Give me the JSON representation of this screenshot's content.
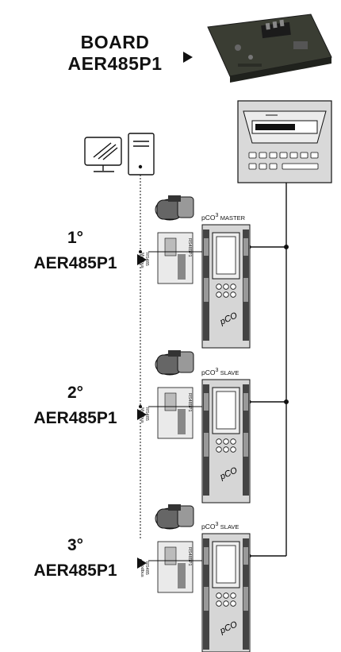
{
  "board": {
    "line1": "BOARD",
    "line2": "AER485P1"
  },
  "units": [
    {
      "num": "1°",
      "name": "AER485P1",
      "ctrl_prefix": "pCO",
      "ctrl_sup": "3",
      "ctrl_role": "MASTER",
      "card_line1": "RS485",
      "card_line2": "Modbus",
      "card_line3": "RS485P1"
    },
    {
      "num": "2°",
      "name": "AER485P1",
      "ctrl_prefix": "pCO",
      "ctrl_sup": "3",
      "ctrl_role": "SLAVE",
      "card_line1": "RS485",
      "card_line2": "Modbus",
      "card_line3": "RS485P1"
    },
    {
      "num": "3°",
      "name": "AER485P1",
      "ctrl_prefix": "pCO",
      "ctrl_sup": "3",
      "ctrl_role": "SLAVE",
      "card_line1": "RS485",
      "card_line2": "Modbus",
      "card_line3": "RS485P1"
    }
  ],
  "colors": {
    "line": "#111111",
    "device": "#d9d9d9",
    "board": "#3a3d33"
  }
}
